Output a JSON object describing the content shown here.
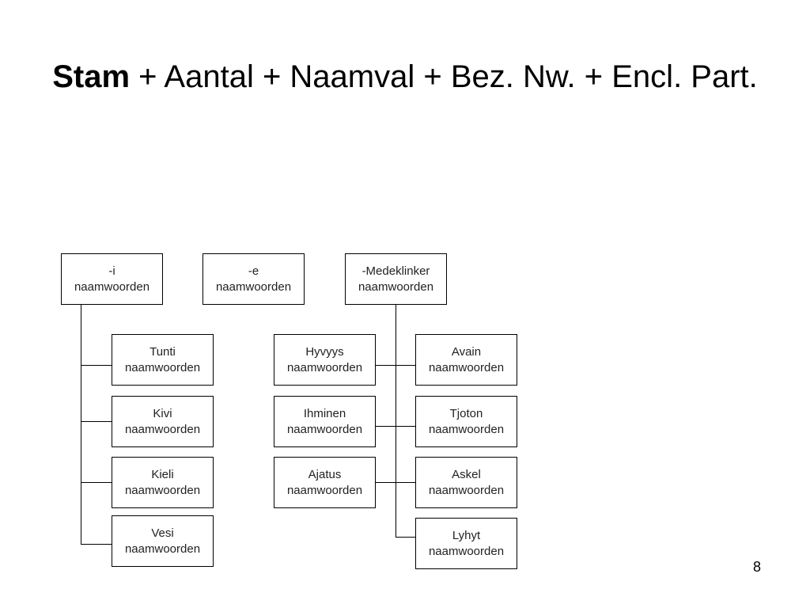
{
  "title": {
    "bold": "Stam",
    "rest": " + Aantal + Naamval + Bez. Nw. + Encl. Part."
  },
  "boxes": {
    "i_head": {
      "line1": "-i",
      "line2": "naamwoorden"
    },
    "e_head": {
      "line1": "-e",
      "line2": "naamwoorden"
    },
    "med_head": {
      "line1": "-Medeklinker",
      "line2": "naamwoorden"
    },
    "tunti": {
      "line1": "Tunti",
      "line2": "naamwoorden"
    },
    "kivi": {
      "line1": "Kivi",
      "line2": "naamwoorden"
    },
    "kieli": {
      "line1": "Kieli",
      "line2": "naamwoorden"
    },
    "vesi": {
      "line1": "Vesi",
      "line2": "naamwoorden"
    },
    "hyvyys": {
      "line1": "Hyvyys",
      "line2": "naamwoorden"
    },
    "ihminen": {
      "line1": "Ihminen",
      "line2": "naamwoorden"
    },
    "ajatus": {
      "line1": "Ajatus",
      "line2": "naamwoorden"
    },
    "avain": {
      "line1": "Avain",
      "line2": "naamwoorden"
    },
    "tjoton": {
      "line1": "Tjoton",
      "line2": "naamwoorden"
    },
    "askel": {
      "line1": "Askel",
      "line2": "naamwoorden"
    },
    "lyhyt": {
      "line1": "Lyhyt",
      "line2": "naamwoorden"
    }
  },
  "page_number": "8"
}
